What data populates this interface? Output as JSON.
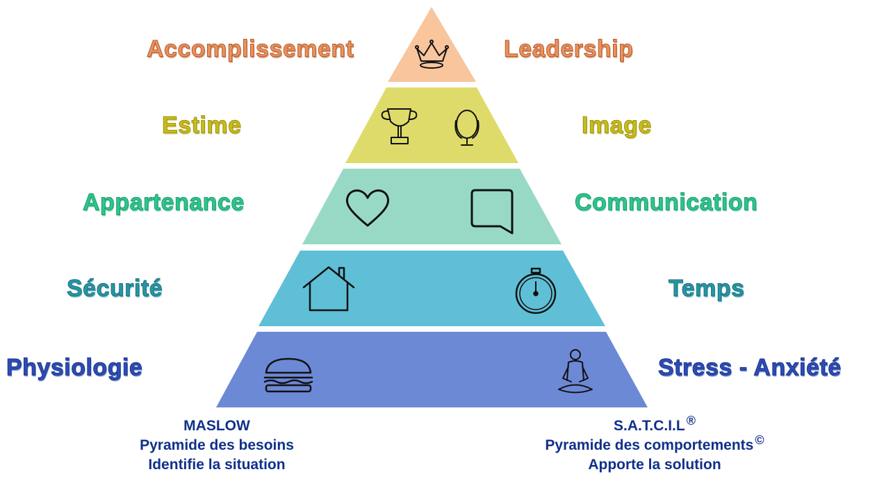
{
  "levels": [
    {
      "left": "Accomplissement",
      "right": "Leadership",
      "color": "#f8c59d",
      "icons": [
        "crown-icon"
      ]
    },
    {
      "left": "Estime",
      "right": "Image",
      "color": "#dfdb6a",
      "icons": [
        "trophy-icon",
        "mirror-icon"
      ]
    },
    {
      "left": "Appartenance",
      "right": "Communication",
      "color": "#98d9c6",
      "icons": [
        "heart-icon",
        "speech-bubble-icon"
      ]
    },
    {
      "left": "Sécurité",
      "right": "Temps",
      "color": "#5fbfd6",
      "icons": [
        "house-icon",
        "stopwatch-icon"
      ]
    },
    {
      "left": "Physiologie",
      "right": "Stress - Anxiété",
      "color": "#6c89d6",
      "icons": [
        "burger-icon",
        "meditation-icon"
      ]
    }
  ],
  "footer_left": {
    "line1": "MASLOW",
    "line2": "Pyramide des besoins",
    "line3": "Identifie la situation"
  },
  "footer_right": {
    "line1": "S.A.T.C.I.L",
    "line1_mark": "®",
    "line2": "Pyramide des comportements",
    "line2_mark": "©",
    "line3": "Apporte la solution"
  }
}
